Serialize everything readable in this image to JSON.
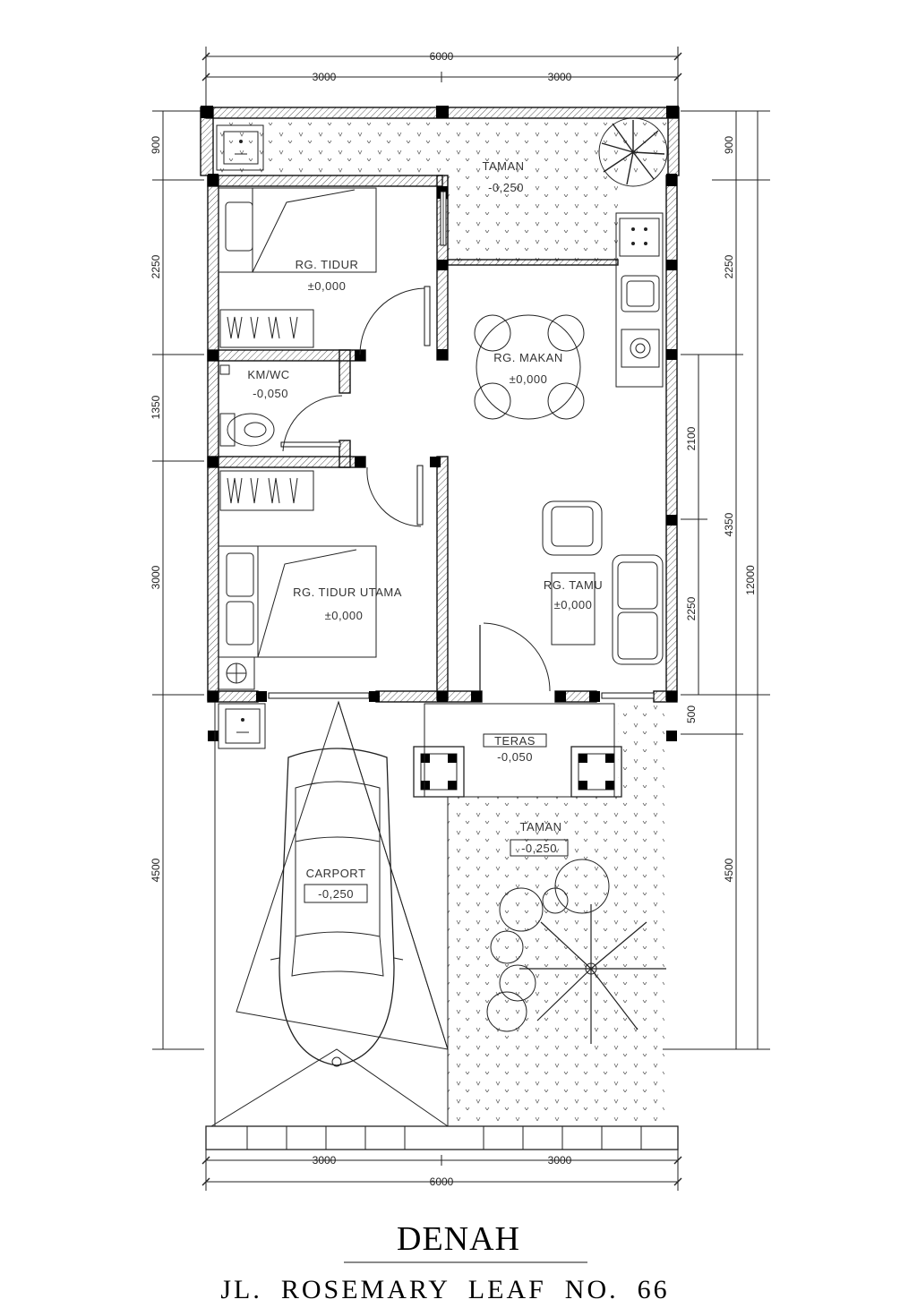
{
  "dimensions": {
    "top_total": "6000",
    "top_left": "3000",
    "top_right": "3000",
    "bottom_total": "6000",
    "bottom_left": "3000",
    "bottom_right": "3000",
    "left": [
      "900",
      "2250",
      "1350",
      "3000",
      "4500"
    ],
    "right": [
      "900",
      "2250",
      "2100",
      "2250",
      "4350",
      "500",
      "4500",
      "12000"
    ]
  },
  "rooms": {
    "taman_top": {
      "name": "TAMAN",
      "level": "-0,250"
    },
    "rg_tidur": {
      "name": "RG. TIDUR",
      "level": "±0,000"
    },
    "km_wc": {
      "name": "KM/WC",
      "level": "-0,050"
    },
    "rg_makan": {
      "name": "RG. MAKAN",
      "level": "±0,000"
    },
    "rg_tidur_utama": {
      "name": "RG. TIDUR UTAMA",
      "level": "±0,000"
    },
    "rg_tamu": {
      "name": "RG. TAMU",
      "level": "±0,000"
    },
    "teras": {
      "name": "TERAS",
      "level": "-0,050"
    },
    "taman_front": {
      "name": "TAMAN",
      "level": "-0,250"
    },
    "carport": {
      "name": "CARPORT",
      "level": "-0,250"
    }
  },
  "title": {
    "main": "DENAH",
    "sub": "JL.  ROSEMARY  LEAF  NO.  66"
  }
}
